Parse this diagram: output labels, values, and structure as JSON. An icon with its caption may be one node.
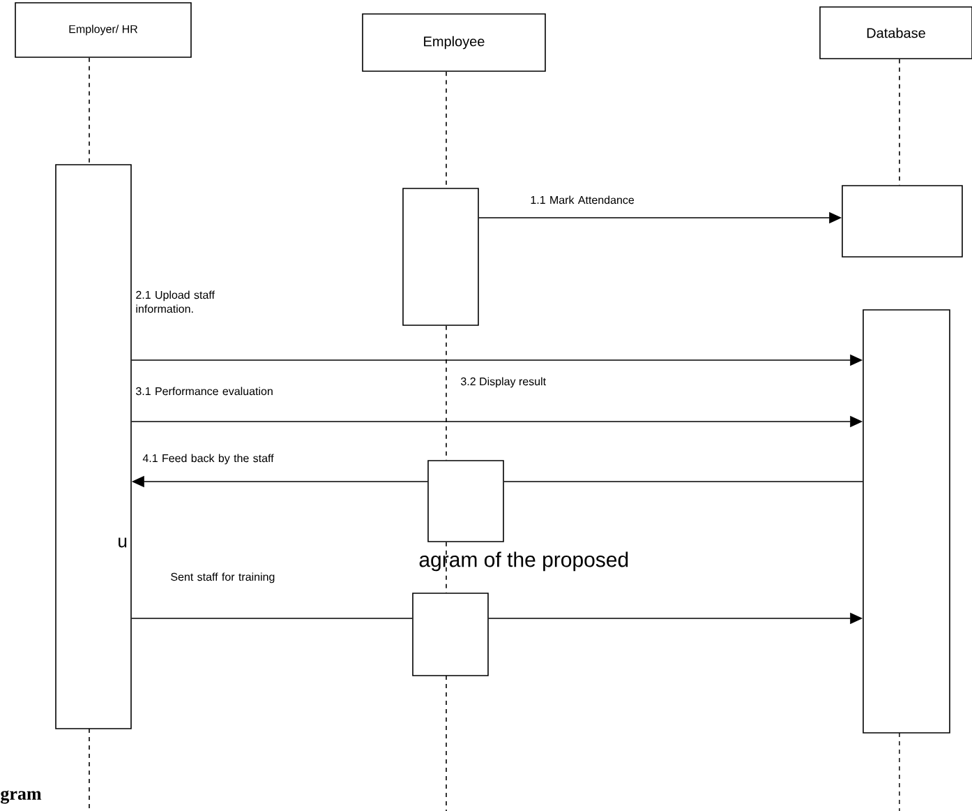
{
  "diagram": {
    "nodes": [
      {
        "text": [
          "Employer/ HR"
        ]
      },
      {
        "text": [
          "Employee"
        ]
      },
      {
        "text": [
          "Database"
        ]
      },
      {
        "text": [],
        "shape": "box"
      },
      {
        "text": [],
        "shape": "box"
      },
      {
        "text": [],
        "shape": "box"
      },
      {
        "text": [],
        "shape": "box"
      },
      {
        "text": [],
        "shape": "box"
      },
      {
        "text": [],
        "shape": "box"
      }
    ],
    "edges": [
      {
        "from": 0,
        "to": 3,
        "arrow": "none",
        "style": "dashed"
      },
      {
        "from": 1,
        "to": 4,
        "arrow": "none",
        "style": "dashed"
      },
      {
        "from": 4,
        "to": 7,
        "arrow": "none",
        "style": "dashed"
      },
      {
        "from": 7,
        "to": 8,
        "arrow": "none",
        "style": "dashed"
      },
      {
        "from": 2,
        "to": 5,
        "arrow": "none",
        "style": "dashed"
      },
      {
        "from": 4,
        "to": 5,
        "arrow": "to",
        "label": "1.1 Mark Attendance"
      },
      {
        "from": 3,
        "to": 6,
        "arrow": "to",
        "label": "2.1 Upload staff information."
      },
      {
        "from": 3,
        "to": 6,
        "arrow": "to",
        "label": "3.1 Performance evaluation"
      },
      {
        "from": 6,
        "to": 7,
        "arrow": "none"
      },
      {
        "from": 7,
        "to": 3,
        "arrow": "to",
        "label": "4.1 Feed back by the staff"
      },
      {
        "from": 3,
        "to": 8,
        "arrow": "none",
        "label": "Sent staff for training"
      },
      {
        "from": 8,
        "to": 6,
        "arrow": "to"
      }
    ],
    "labels": [
      "3.2 Display result",
      "u",
      "agram of the proposed",
      "gram"
    ]
  }
}
